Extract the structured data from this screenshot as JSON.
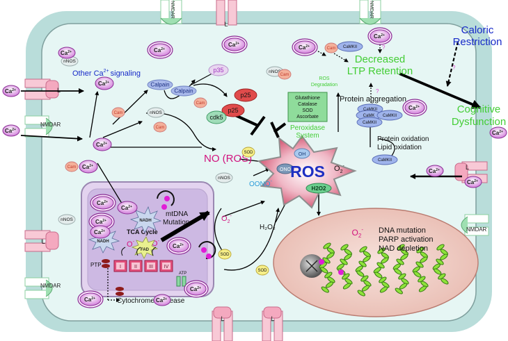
{
  "ca": "Ca",
  "ca_sup": "2+",
  "labels": {
    "other_ca": "Other Ca",
    "other_ca_sup": "2+",
    "signaling": "signaling",
    "calpain": "Calpain",
    "p35": "p35",
    "p25": "p25",
    "cdk5": "cdk5",
    "nnos": "nNOS",
    "cam": "Cam",
    "camkii": "CaMKII",
    "camk": "CaMK",
    "no_ros": "NO (ROS)",
    "sod": "SOD",
    "ooono": "OONO",
    "ooono_sup": "-",
    "o2": "O",
    "o2_sub": "2",
    "o2_sup": "-",
    "h2o2": "H₂O₂",
    "h2o2_node": "H2O2",
    "ros": "ROS",
    "oh": "OH",
    "ono": "ONO",
    "glutathione": "Glutathione",
    "catalase": "Catalase",
    "sod_box": "SOD",
    "ascorbate": "Ascorbate",
    "peroxidase_1": "Peroxidase",
    "peroxidase_2": "System",
    "ros_degradation_1": "ROS",
    "ros_degradation_2": "Degradation",
    "decreased_1": "Decreased",
    "decreased_2": "LTP Retention",
    "caloric_1": "Caloric",
    "caloric_2": "Restriction",
    "cognitive_1": "Cognitive",
    "cognitive_2": "Dysfunction",
    "protein_aggregation": "Protein aggregation",
    "protein_oxidation": "Protein oxidation",
    "lipid_oxidation": "Lipid oxidation",
    "mtdna_1": "mtDNA",
    "mtdna_2": "Mutation",
    "nadh": "NADH",
    "tca": "TCA Cycle",
    "fad": "FAD",
    "ptp": "PTP",
    "atp": "ATP",
    "cyto_c": "Cytochrome c release",
    "dna_mutation": "DNA mutation",
    "parp": "PARP activation",
    "nad": "NAD depletion",
    "nmdar": "NMDAR",
    "l": "L",
    "question": "?",
    "complexes": [
      "I",
      "II",
      "III",
      "IV"
    ]
  },
  "colors": {
    "cell_border": "#b9ddda",
    "cytoplasm": "#e6f6f4",
    "ca_fill": "#d998e0",
    "ca_stroke": "#8a2f94",
    "calpain": "#a9b9ea",
    "p25": "#e04b4b",
    "cdk5": "#9fdcb8",
    "cam": "#f4b09a",
    "camkii": "#9fb4ec",
    "nnos": "#e4ecec",
    "nucleus": "#f1d2cb",
    "mito": "#d9c6ea",
    "green_text": "#43cd35",
    "blue_text": "#1629c8",
    "pink_text": "#d2127e",
    "sod": "#f7ef88",
    "peroxidase_box": "#8fdc9b"
  }
}
